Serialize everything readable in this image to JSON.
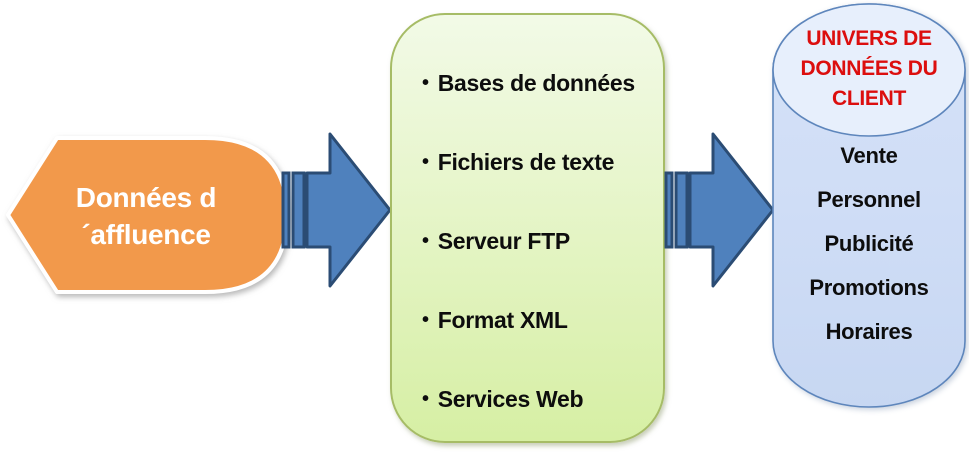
{
  "diagram": {
    "left_shape": {
      "label": "Données d´affluence"
    },
    "green_box": {
      "bullet_char": "•",
      "items": [
        "Bases de données",
        "Fichiers de texte",
        "Serveur FTP",
        "Format XML",
        "Services Web"
      ]
    },
    "cylinder": {
      "title": "UNIVERS DE DONNÉES DU CLIENT",
      "items": [
        "Vente",
        "Personnel",
        "Publicité",
        "Promotions",
        "Horaires"
      ]
    },
    "colors": {
      "orange_fill": "#F2994B",
      "arrow_fill": "#4F81BD",
      "arrow_border": "#2B4C74",
      "green_fill_top": "#F2FAE7",
      "green_fill_bottom": "#D6EFA4",
      "green_border": "#A6BC66",
      "cylinder_fill": "#CFDDF6",
      "cylinder_top_fill": "#E7EFFC",
      "cylinder_border": "#5E86BC",
      "title_red": "#DC0E0E",
      "text_black": "#0D0D0D",
      "text_white": "#FFFFFF"
    }
  }
}
